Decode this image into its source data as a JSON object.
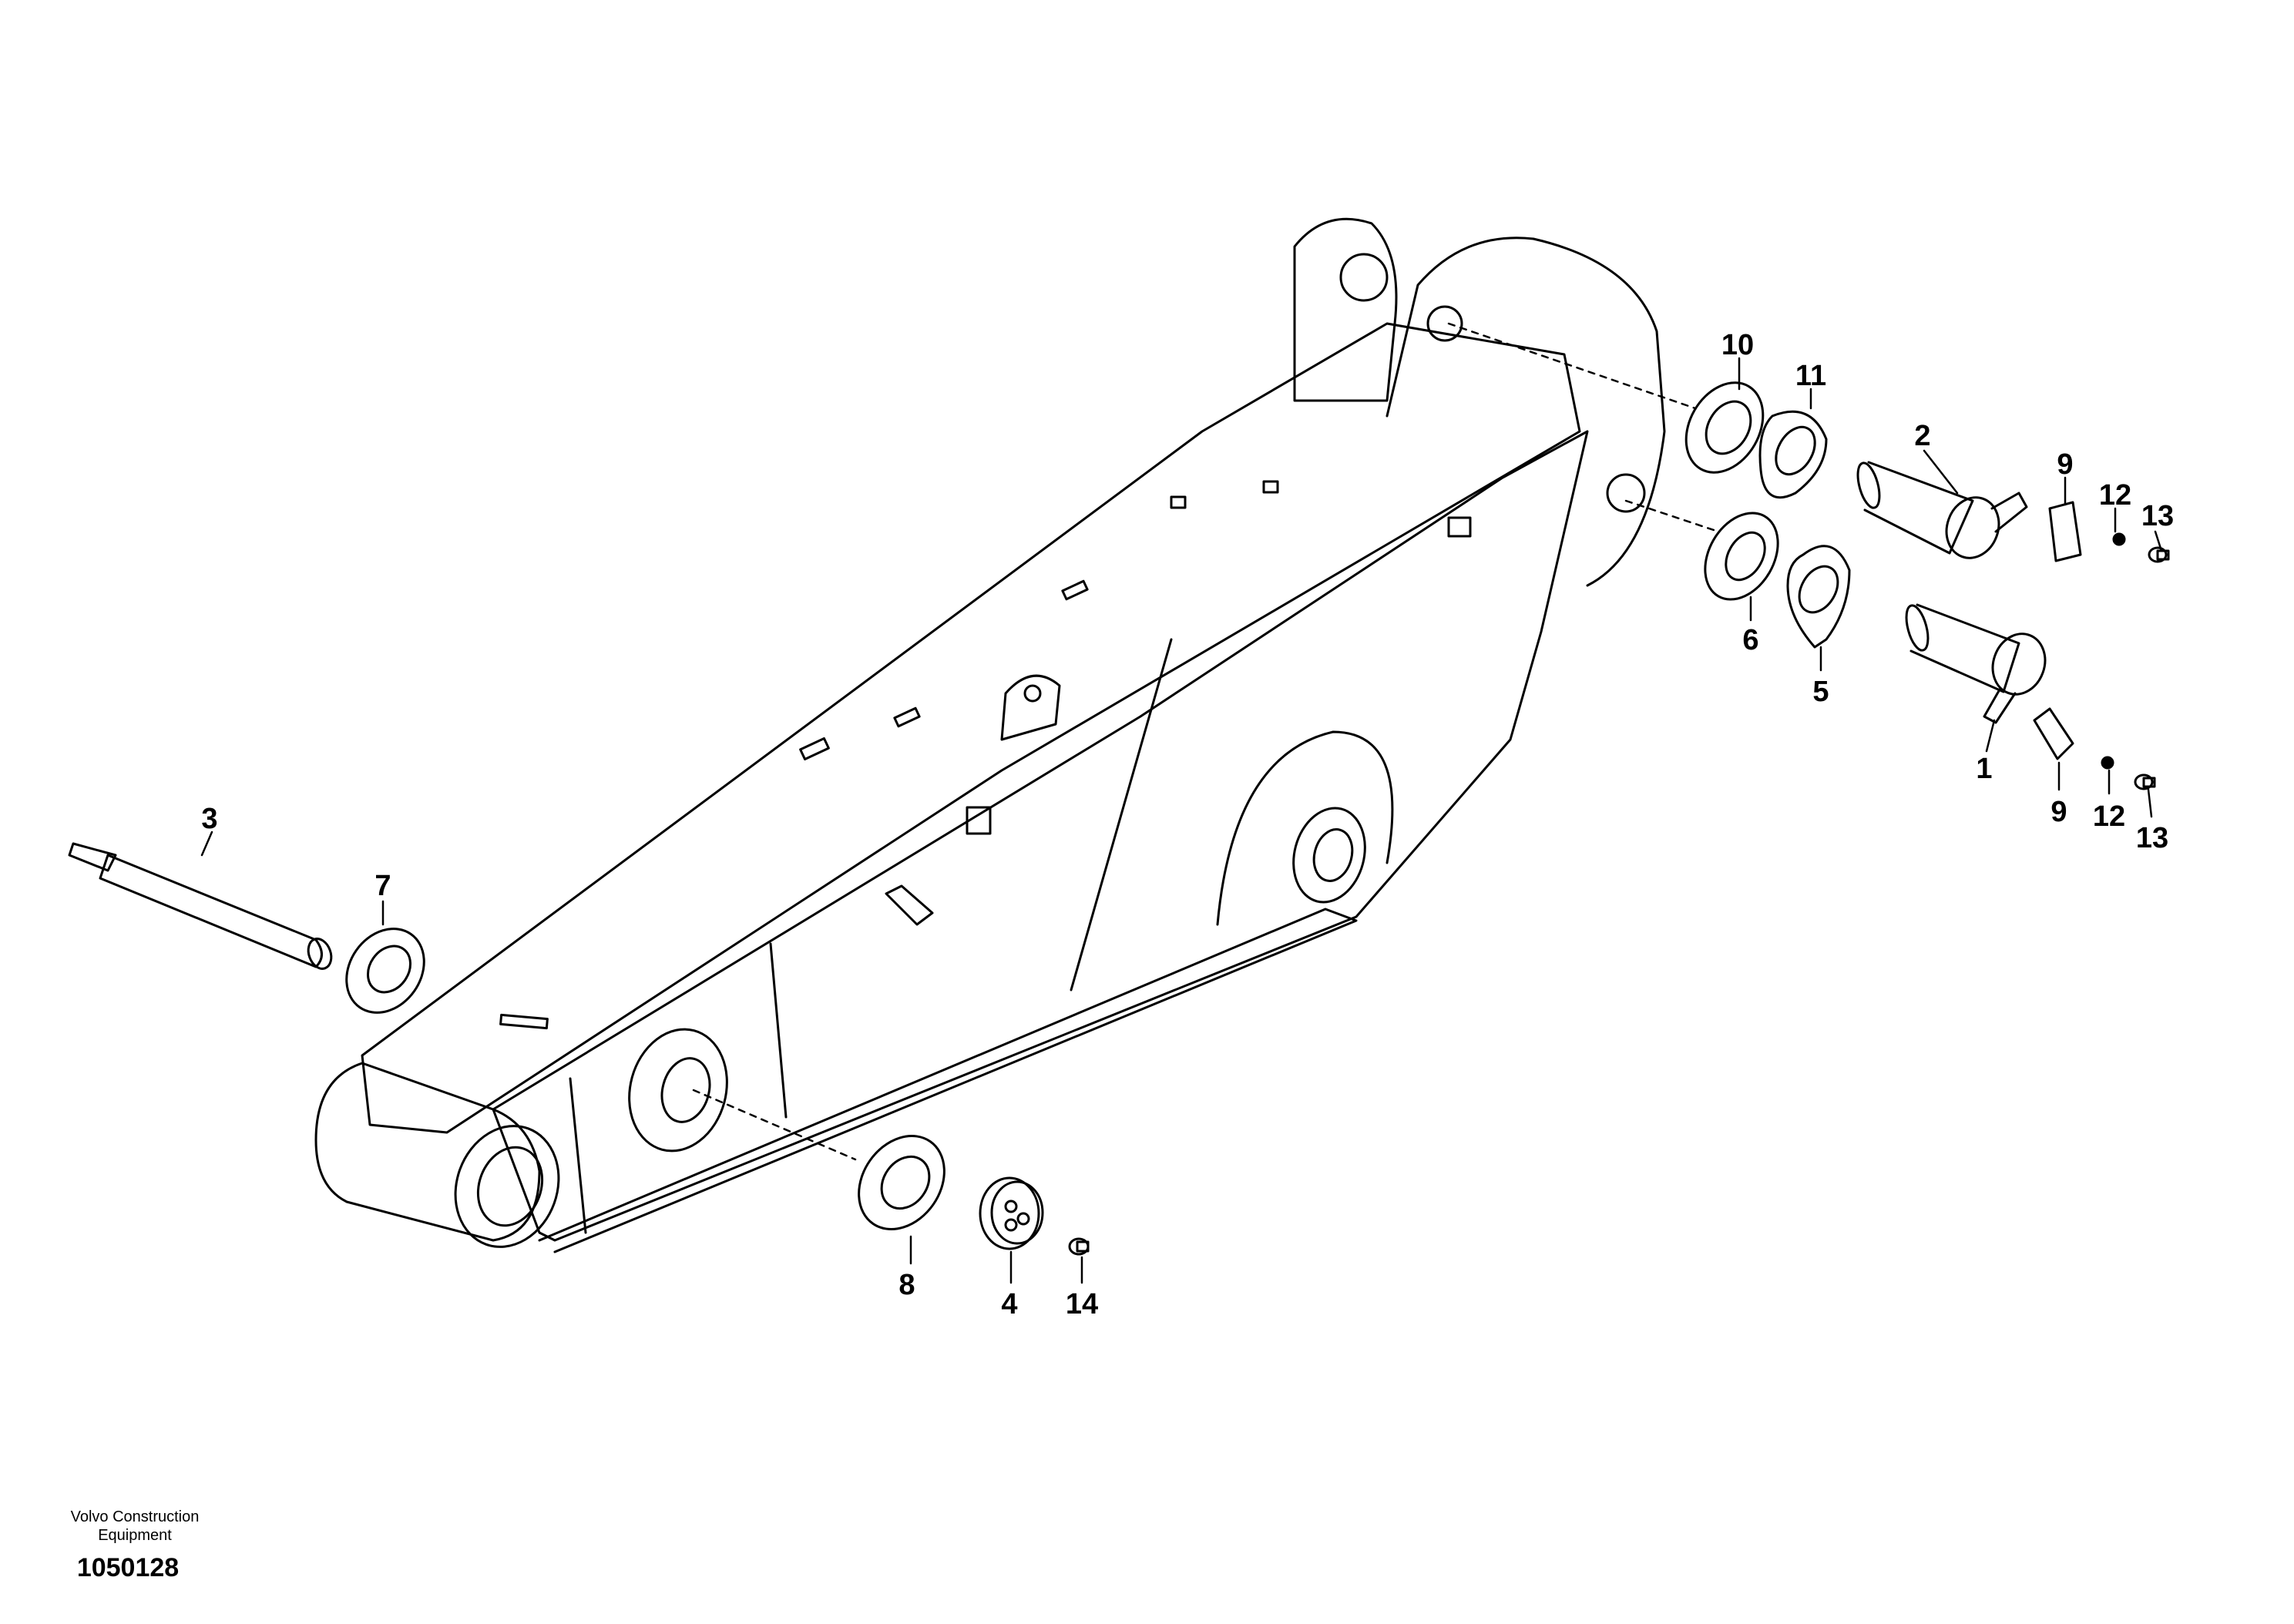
{
  "footer": {
    "brand_line1": "Volvo Construction",
    "brand_line2": "Equipment",
    "drawing_number": "1050128"
  },
  "callouts": {
    "c1": "1",
    "c2": "2",
    "c3": "3",
    "c4": "4",
    "c5": "5",
    "c6": "6",
    "c7": "7",
    "c8": "8",
    "c9a": "9",
    "c9b": "9",
    "c10": "10",
    "c11": "11",
    "c12a": "12",
    "c12b": "12",
    "c13a": "13",
    "c13b": "13",
    "c14": "14"
  },
  "colors": {
    "line": "#000000",
    "background": "#ffffff"
  }
}
